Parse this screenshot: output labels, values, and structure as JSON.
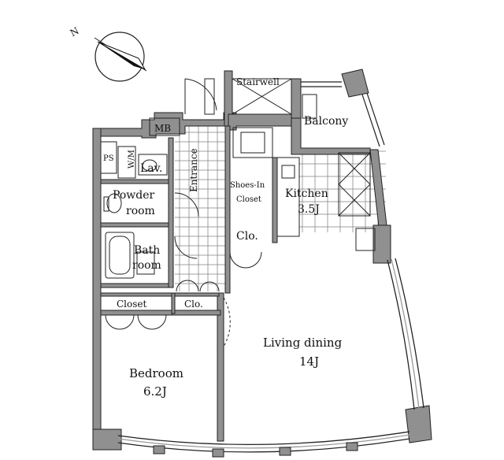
{
  "floorplan": {
    "north_label": "N",
    "rooms": {
      "stairwell": "Stairwell",
      "balcony": "Balcony",
      "mb": "MB",
      "ps": "PS",
      "lav": "Lav.",
      "wm": "W/M",
      "entrance": "Entrance",
      "shoes_in_closet_line1": "Shoes-In",
      "shoes_in_closet_line2": "Closet",
      "kitchen_name": "Kitchen",
      "kitchen_size": "3.5J",
      "powder_room_line1": "Powder",
      "powder_room_line2": "room",
      "bath_room_line1": "Bath",
      "bath_room_line2": "room",
      "clo_hall": "Clo.",
      "closet": "Closet",
      "clo_bedroom": "Clo.",
      "living_name": "Living dining",
      "living_size": "14J",
      "bedroom_name": "Bedroom",
      "bedroom_size": "6.2J"
    }
  }
}
